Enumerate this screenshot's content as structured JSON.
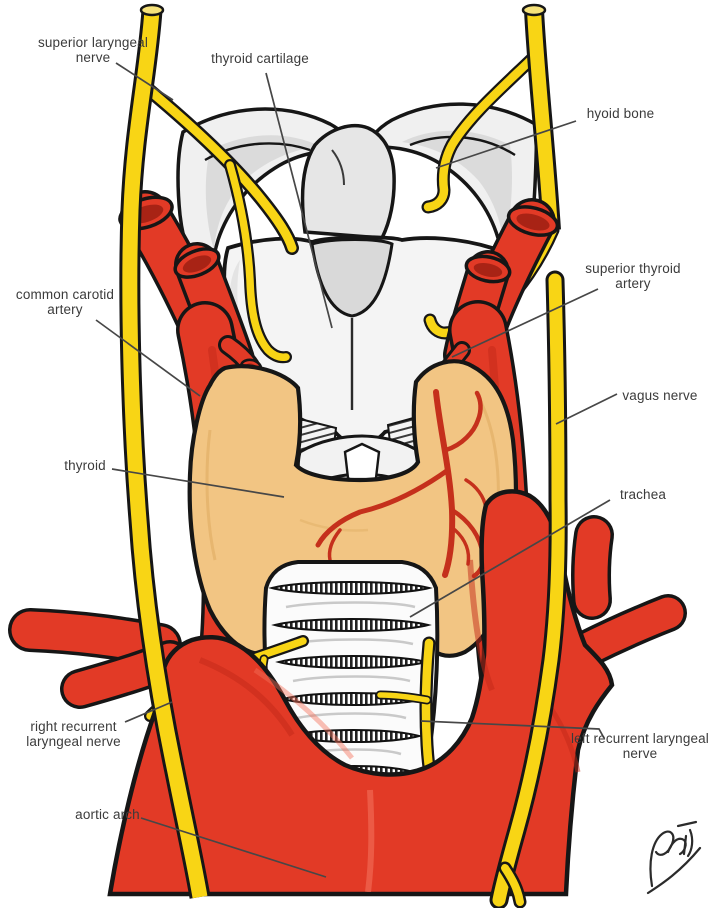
{
  "labels": {
    "superior_laryngeal_nerve": [
      "superior laryngeal",
      "nerve"
    ],
    "thyroid_cartilage": [
      "thyroid cartilage"
    ],
    "hyoid_bone": [
      "hyoid bone"
    ],
    "common_carotid_artery": [
      "common carotid",
      "artery"
    ],
    "superior_thyroid_artery": [
      "superior thyroid",
      "artery"
    ],
    "vagus_nerve": [
      "vagus nerve"
    ],
    "thyroid": [
      "thyroid"
    ],
    "trachea": [
      "trachea"
    ],
    "right_recurrent_laryngeal_nerve": [
      "right recurrent",
      "laryngeal nerve"
    ],
    "aortic_arch": [
      "aortic arch"
    ],
    "left_recurrent_laryngeal_nerve": [
      "left recurrent laryngeal",
      "nerve"
    ]
  },
  "colors": {
    "nerve_yellow": "#F8D515",
    "nerve_yellow_light": "#F6E27A",
    "artery_red": "#E23A26",
    "artery_red_dark": "#A82315",
    "thyroid_tan": "#F2C583",
    "bone_gray": "#F2F2F2",
    "bone_shade": "#D9D9D9",
    "outline": "#161616",
    "label_text": "#3B3B3B",
    "leader_line": "#474747",
    "background": "#FFFFFF"
  }
}
